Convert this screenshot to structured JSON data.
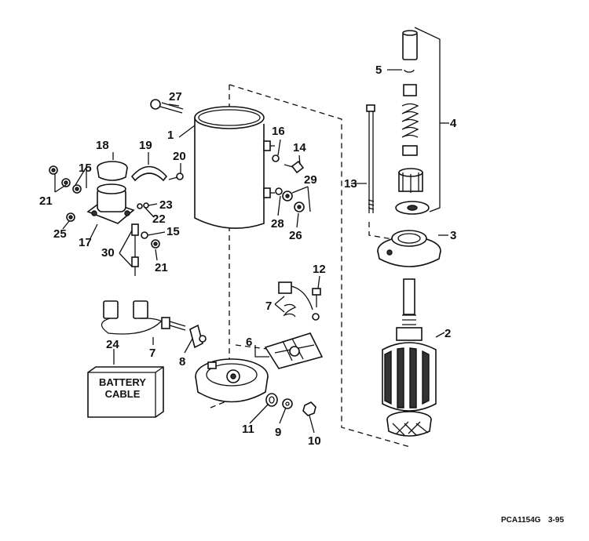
{
  "callouts": [
    {
      "id": "1",
      "text": "1"
    },
    {
      "id": "2",
      "text": "2"
    },
    {
      "id": "3",
      "text": "3"
    },
    {
      "id": "4",
      "text": "4"
    },
    {
      "id": "5",
      "text": "5"
    },
    {
      "id": "6",
      "text": "6"
    },
    {
      "id": "7a",
      "text": "7"
    },
    {
      "id": "7b",
      "text": "7"
    },
    {
      "id": "8",
      "text": "8"
    },
    {
      "id": "9",
      "text": "9"
    },
    {
      "id": "10",
      "text": "10"
    },
    {
      "id": "11",
      "text": "11"
    },
    {
      "id": "12",
      "text": "12"
    },
    {
      "id": "13",
      "text": "13"
    },
    {
      "id": "14",
      "text": "14"
    },
    {
      "id": "15a",
      "text": "15"
    },
    {
      "id": "15b",
      "text": "15"
    },
    {
      "id": "16",
      "text": "16"
    },
    {
      "id": "17",
      "text": "17"
    },
    {
      "id": "18",
      "text": "18"
    },
    {
      "id": "19",
      "text": "19"
    },
    {
      "id": "20",
      "text": "20"
    },
    {
      "id": "21a",
      "text": "21"
    },
    {
      "id": "21b",
      "text": "21"
    },
    {
      "id": "22",
      "text": "22"
    },
    {
      "id": "23",
      "text": "23"
    },
    {
      "id": "24",
      "text": "24"
    },
    {
      "id": "25",
      "text": "25"
    },
    {
      "id": "26",
      "text": "26"
    },
    {
      "id": "27",
      "text": "27"
    },
    {
      "id": "28",
      "text": "28"
    },
    {
      "id": "29",
      "text": "29"
    },
    {
      "id": "30",
      "text": "30"
    }
  ],
  "battery_box": {
    "line1": "BATTERY",
    "line2": "CABLE"
  },
  "figure_code": "PCA1154G",
  "figure_date": "3-95"
}
